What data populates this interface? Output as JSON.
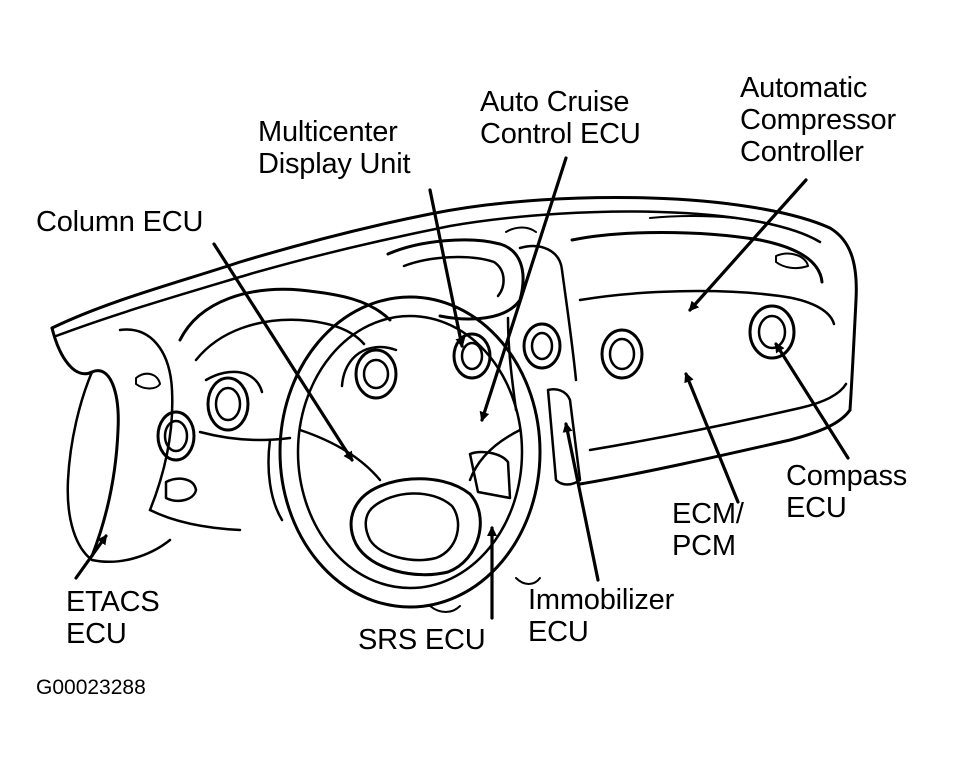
{
  "labels": {
    "auto_cruise": [
      "Auto Cruise",
      "Control ECU"
    ],
    "automatic_compressor": [
      "Automatic",
      "Compressor",
      "Controller"
    ],
    "multicenter": [
      "Multicenter",
      "Display Unit"
    ],
    "column_ecu": "Column ECU",
    "compass": [
      "Compass",
      "ECU"
    ],
    "ecm_pcm": [
      "ECM/",
      "PCM"
    ],
    "etacs": [
      "ETACS",
      "ECU"
    ],
    "srs": "SRS ECU",
    "immobilizer": [
      "Immobilizer",
      "ECU"
    ]
  },
  "figure_id": "G00023288",
  "colors": {
    "line": "#000000",
    "background": "#ffffff"
  }
}
